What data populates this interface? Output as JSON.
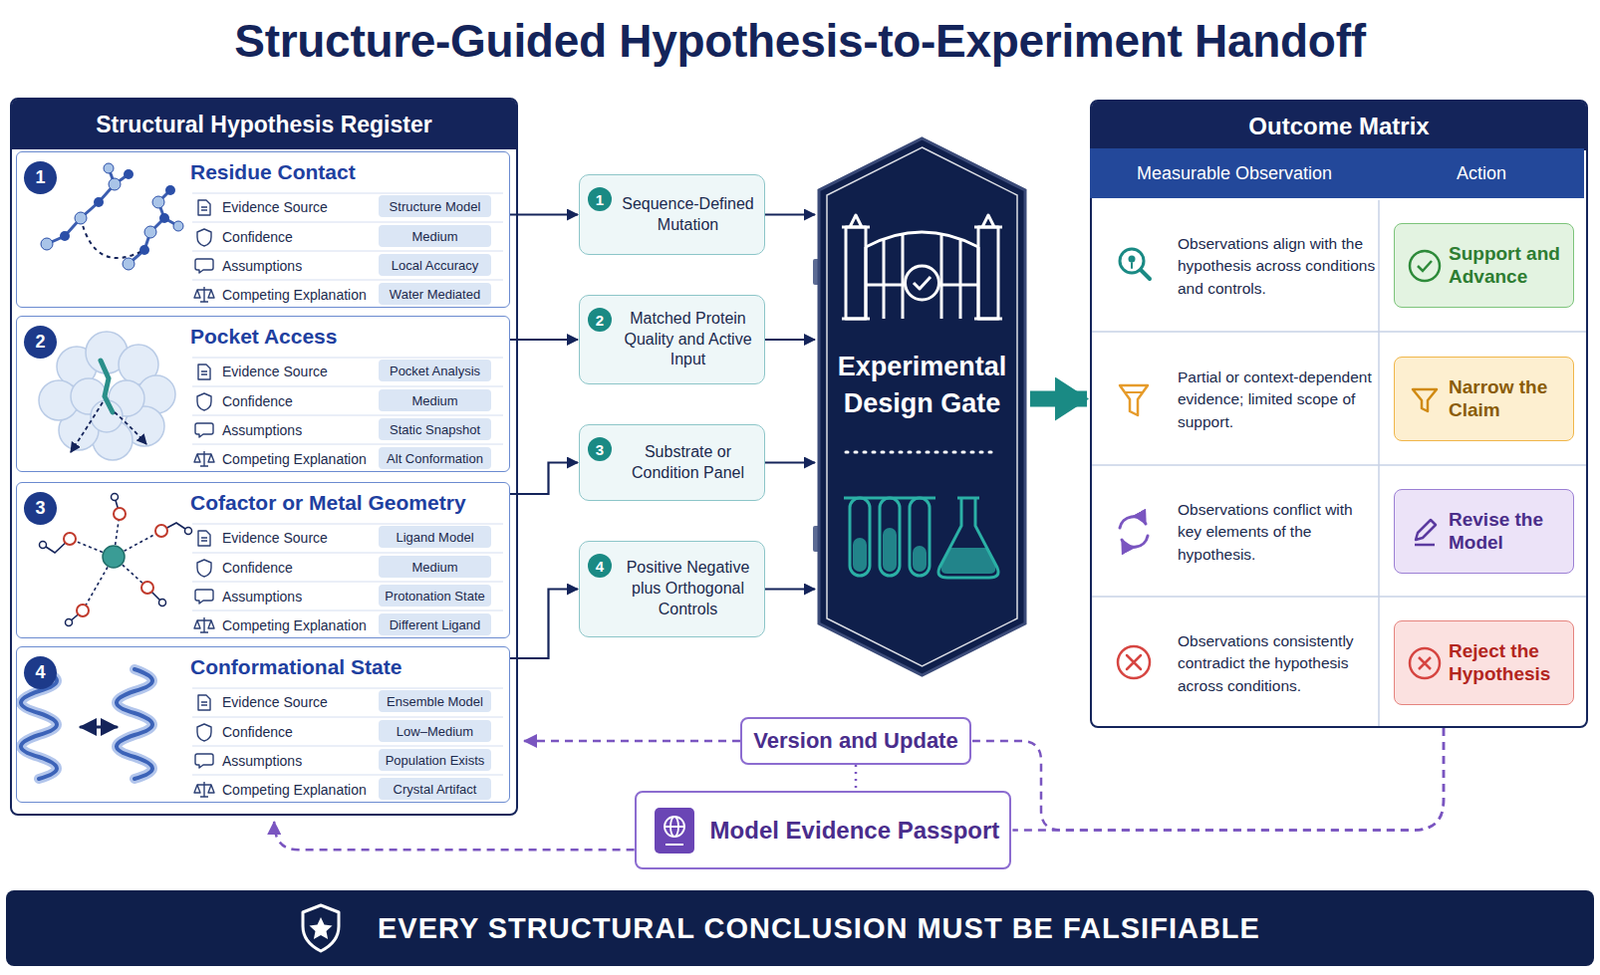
{
  "diagram": {
    "title": "Structure-Guided Hypothesis-to-Experiment Handoff",
    "nodes": [
      {
        "text": [
          "Structural Hypothesis Register"
        ]
      },
      {
        "text": [
          "Residue Contact"
        ],
        "in": 0
      },
      {
        "text": [
          "1"
        ],
        "in": 1
      },
      {
        "text": [
          "Structure Model"
        ],
        "in": 1
      },
      {
        "text": [
          "Medium"
        ],
        "in": 1
      },
      {
        "text": [
          "Local Accuracy"
        ],
        "in": 1
      },
      {
        "text": [
          "Water Mediated"
        ],
        "in": 1
      },
      {
        "text": [
          "Pocket Access"
        ],
        "in": 0
      },
      {
        "text": [
          "2"
        ],
        "in": 7
      },
      {
        "text": [
          "Pocket Analysis"
        ],
        "in": 7
      },
      {
        "text": [
          "Medium"
        ],
        "in": 7
      },
      {
        "text": [
          "Static Snapshot"
        ],
        "in": 7
      },
      {
        "text": [
          "Alt Conformation"
        ],
        "in": 7
      },
      {
        "text": [
          "Cofactor or Metal Geometry"
        ],
        "in": 0
      },
      {
        "text": [
          "3"
        ],
        "in": 13
      },
      {
        "text": [
          "Ligand Model"
        ],
        "in": 13
      },
      {
        "text": [
          "Medium"
        ],
        "in": 13
      },
      {
        "text": [
          "Protonation State"
        ],
        "in": 13
      },
      {
        "text": [
          "Different Ligand"
        ],
        "in": 13
      },
      {
        "text": [
          "Conformational State"
        ],
        "in": 0
      },
      {
        "text": [
          "4"
        ],
        "in": 19
      },
      {
        "text": [
          "Ensemble Model"
        ],
        "in": 19
      },
      {
        "text": [
          "Low–Medium"
        ],
        "in": 19
      },
      {
        "text": [
          "Population Exists"
        ],
        "in": 19
      },
      {
        "text": [
          "Crystal Artifact"
        ],
        "in": 19
      },
      {
        "text": [
          "Sequence-Defined Mutation"
        ]
      },
      {
        "text": [
          "1"
        ],
        "in": 25
      },
      {
        "text": [
          "Matched Protein Quality and Active Input"
        ]
      },
      {
        "text": [
          "2"
        ],
        "in": 27
      },
      {
        "text": [
          "Substrate or Condition Panel"
        ]
      },
      {
        "text": [
          "3"
        ],
        "in": 29
      },
      {
        "text": [
          "Positive Negative plus Orthogonal Controls"
        ]
      },
      {
        "text": [
          "4"
        ],
        "in": 31
      },
      {
        "text": [
          "Experimental Design Gate"
        ]
      },
      {
        "text": [
          "Outcome Matrix"
        ]
      },
      {
        "text": [
          "Measurable Observation"
        ],
        "in": 34
      },
      {
        "text": [
          "Action"
        ],
        "in": 34
      },
      {
        "text": [
          "Support and Advance"
        ],
        "in": 34
      },
      {
        "text": [
          "Narrow the Claim"
        ],
        "in": 34
      },
      {
        "text": [
          "Revise the Model"
        ],
        "in": 34
      },
      {
        "text": [
          "Reject the Hypothesis"
        ],
        "in": 34
      },
      {
        "text": [
          "Version and Update"
        ]
      },
      {
        "text": [
          "Model Evidence Passport"
        ]
      },
      {
        "text": [
          "EVERY STRUCTURAL CONCLUSION MUST BE FALSIFIABLE"
        ]
      }
    ],
    "edges": [
      {
        "from": 1,
        "to": 25,
        "arrow": "to"
      },
      {
        "from": 7,
        "to": 27,
        "arrow": "to"
      },
      {
        "from": 13,
        "to": 29,
        "arrow": "to"
      },
      {
        "from": 19,
        "to": 31,
        "arrow": "to"
      },
      {
        "from": 25,
        "to": 33,
        "arrow": "to"
      },
      {
        "from": 27,
        "to": 33,
        "arrow": "to"
      },
      {
        "from": 29,
        "to": 33,
        "arrow": "to"
      },
      {
        "from": 31,
        "to": 33,
        "arrow": "to"
      },
      {
        "from": 33,
        "to": 34,
        "arrow": "to"
      },
      {
        "from": 34,
        "to": 42,
        "arrow": "none"
      },
      {
        "from": 34,
        "to": 41,
        "arrow": "none"
      },
      {
        "from": 41,
        "to": 42,
        "arrow": "none"
      },
      {
        "from": 41,
        "to": 0,
        "arrow": "to"
      },
      {
        "from": 42,
        "to": 0,
        "arrow": "to"
      }
    ],
    "labels": [
      "Evidence Source",
      "Confidence",
      "Assumptions",
      "Competing Explanation",
      "Evidence Source",
      "Confidence",
      "Assumptions",
      "Competing Explanation",
      "Evidence Source",
      "Confidence",
      "Assumptions",
      "Competing Explanation",
      "Evidence Source",
      "Confidence",
      "Assumptions",
      "Competing Explanation",
      "Observations align with the hypothesis across conditions and controls.",
      "Partial or context-dependent evidence; limited scope of support.",
      "Observations conflict with key elements of the hypothesis.",
      "Observations consistently contradict the hypothesis across conditions."
    ]
  }
}
